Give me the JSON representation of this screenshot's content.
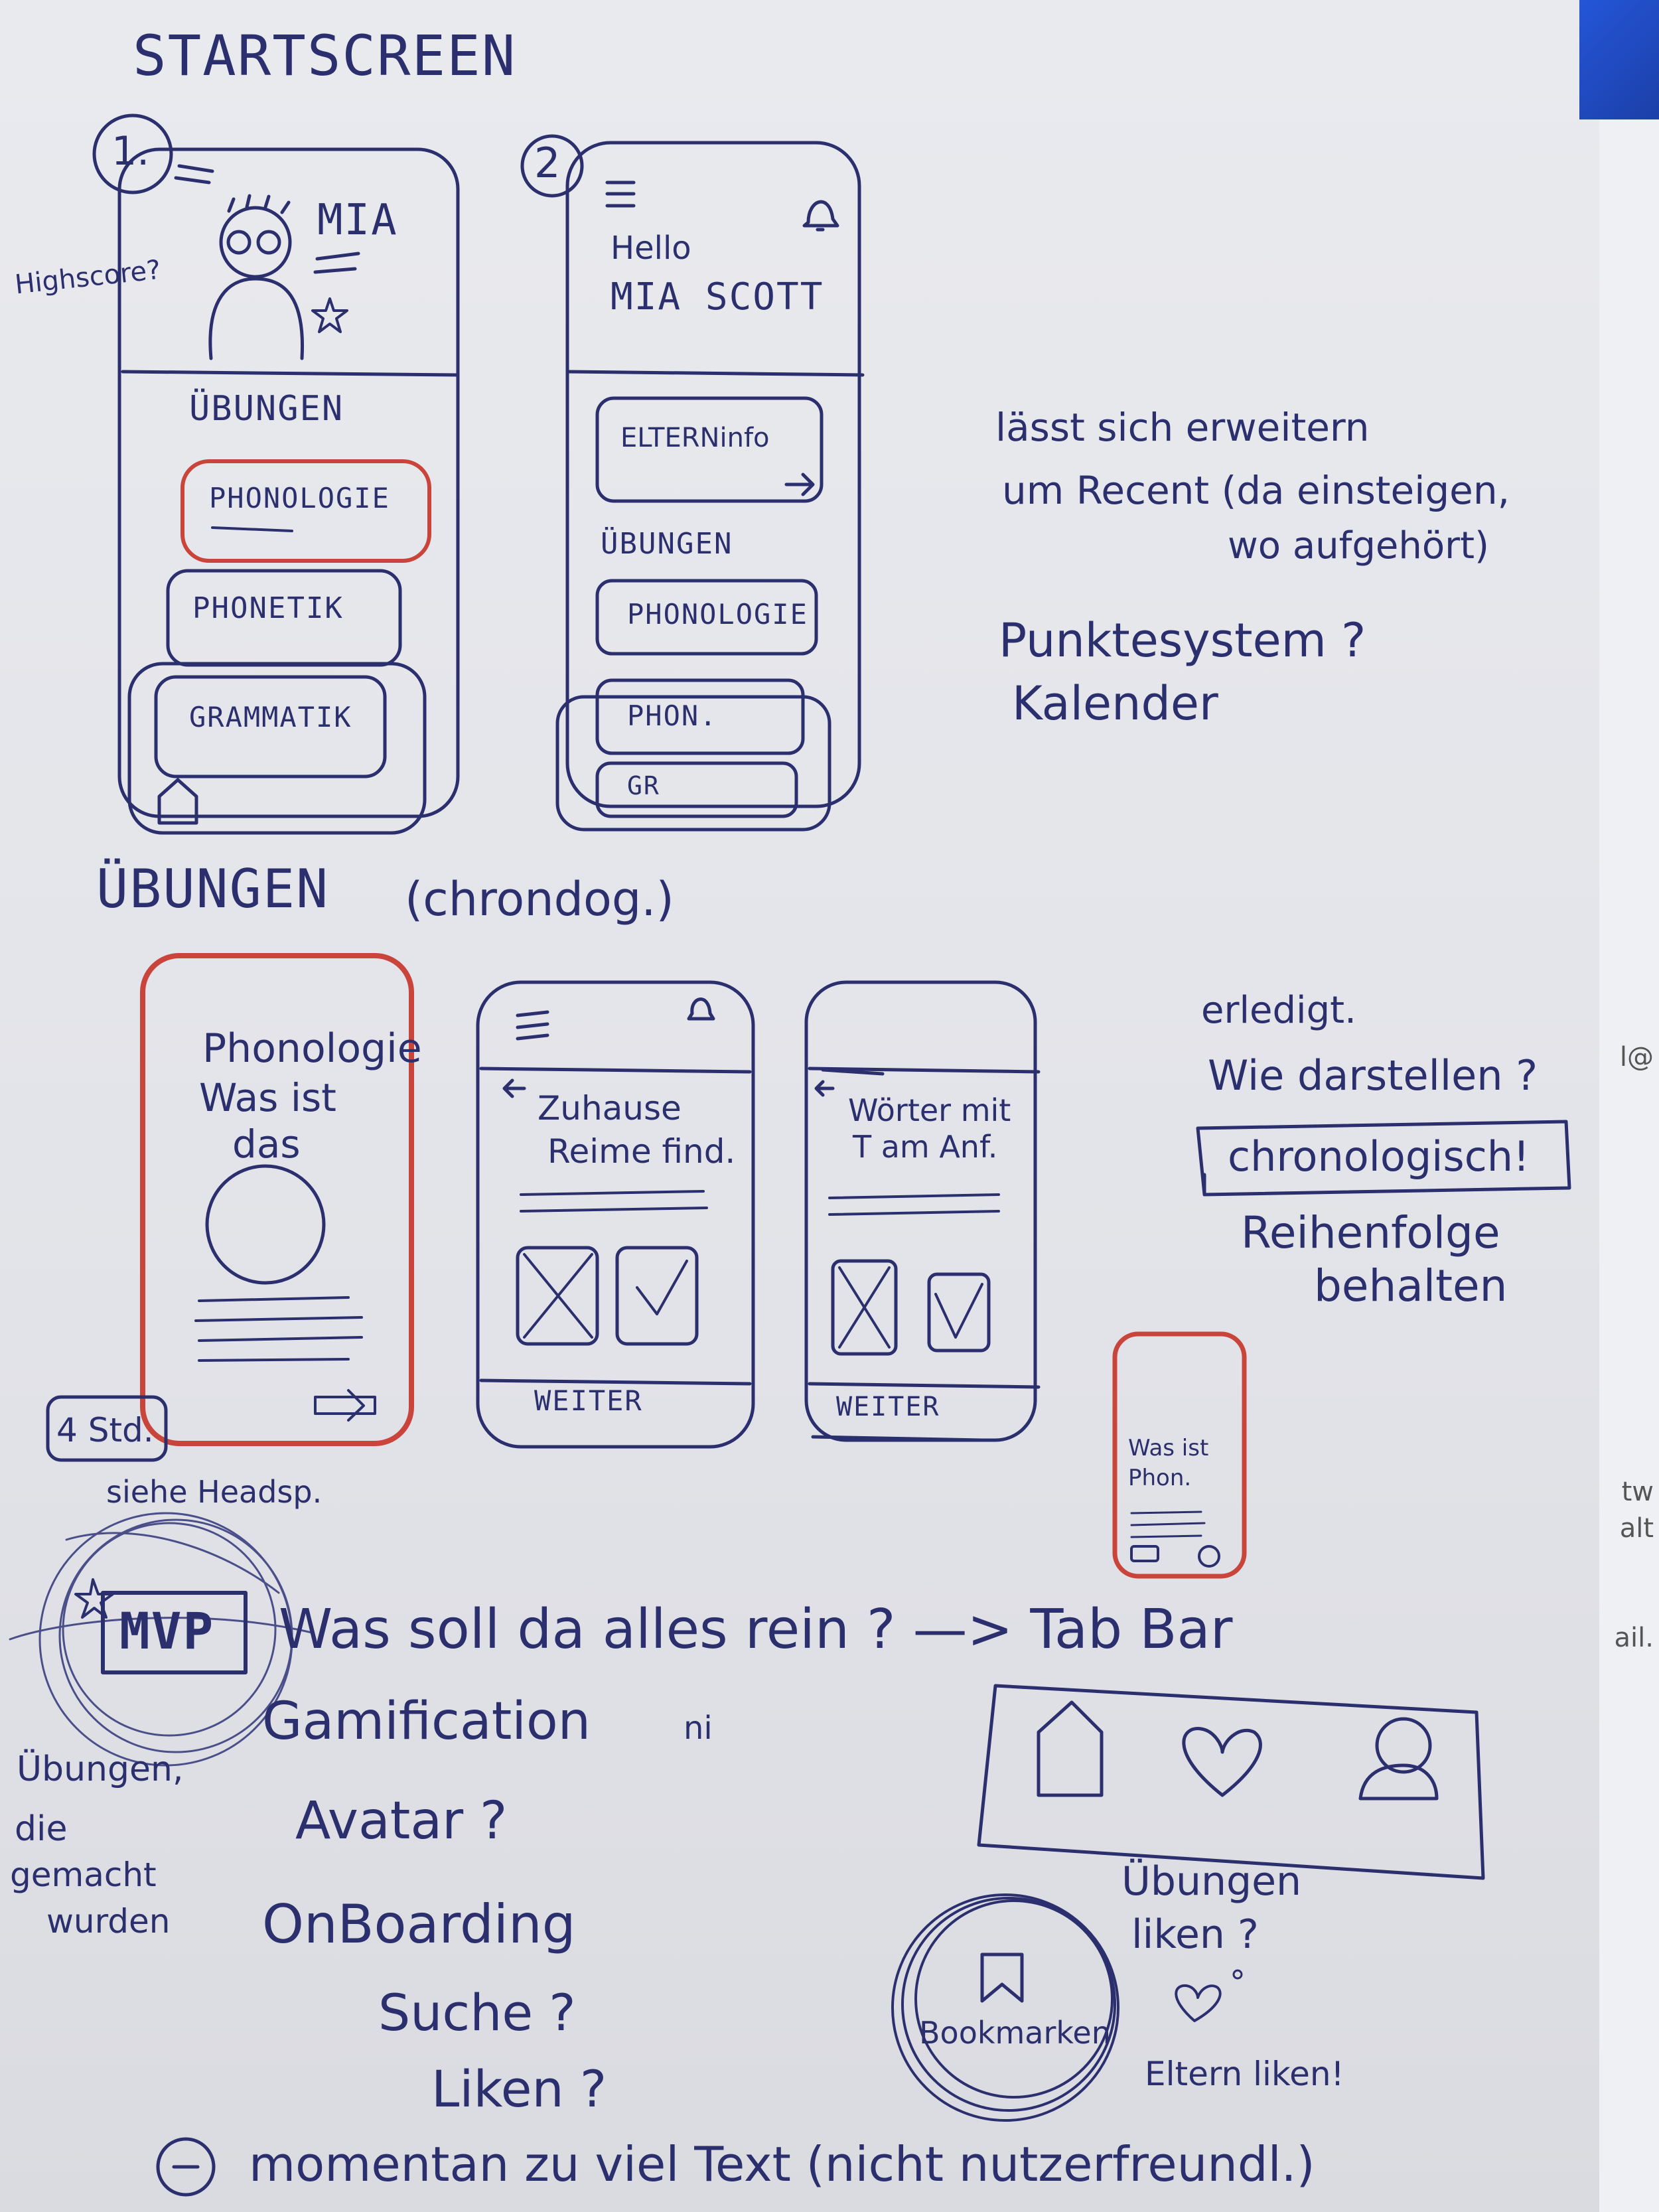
{
  "sections": {
    "startscreen_title": "STARTSCREEN",
    "uebungen_title": "ÜBUNGEN",
    "uebungen_sub": "(chrondog.)"
  },
  "screen1": {
    "number": "1.",
    "name": "MIA",
    "side_note": "Highscore?",
    "section": "ÜBUNGEN",
    "buttons": [
      "PHONOLOGIE",
      "PHONETIK",
      "GRAMMATIK"
    ]
  },
  "screen2": {
    "number": "2",
    "greeting": "Hello",
    "name": "MIA SCOTT",
    "elterninfo": "ELTERNinfo",
    "section": "ÜBUNGEN",
    "buttons": [
      "PHONOLOGIE",
      "PHON.",
      "GR"
    ]
  },
  "notes_right": {
    "line1": "lässt sich erweitern",
    "line2": "um Recent (da einsteigen,",
    "line3": "wo aufgehört)",
    "line4": "Punktesystem ?",
    "line5": "Kalender"
  },
  "flow": {
    "card1": {
      "lines": [
        "Phonologie",
        "Was ist",
        "das"
      ]
    },
    "card2": {
      "lines": [
        "Zuhause",
        "Reime find."
      ],
      "footer": "WEITER"
    },
    "card3": {
      "lines": [
        "Wörter mit",
        "T am Anf."
      ],
      "footer": "WEITER"
    },
    "mini": {
      "lines": [
        "Was ist",
        "Phon."
      ]
    },
    "badge": "4 Std.",
    "badge_note": "siehe Headsp."
  },
  "notes_flow": {
    "line1": "erledigt.",
    "line2": "Wie darstellen ?",
    "boxed": "chronologisch!",
    "line3": "Reihenfolge",
    "line4": "behalten"
  },
  "mvp": {
    "label": "MVP",
    "question": "Was soll da alles rein ? —> Tab Bar",
    "items": [
      "Gamification",
      "Avatar ?",
      "OnBoarding",
      "Suche ?",
      "Liken ?"
    ],
    "extra": "ni",
    "left_note": [
      "Übungen,",
      "die",
      "gemacht",
      "wurden"
    ],
    "minus_note": "momentan zu viel Text (nicht nutzerfreundl.)"
  },
  "tabbar": {
    "icons": [
      "home-icon",
      "heart-icon",
      "profile-icon"
    ],
    "note1": [
      "Übungen",
      "liken ?"
    ],
    "note2": "Eltern liken!",
    "bookmark": "Bookmarken"
  },
  "edge": {
    "text1": "l@",
    "text2": "tw",
    "text3": "alt",
    "text4": "ail."
  },
  "colors": {
    "ink": "#2b2f6e",
    "red": "#c9443a",
    "paper": "#e6e7eb"
  }
}
